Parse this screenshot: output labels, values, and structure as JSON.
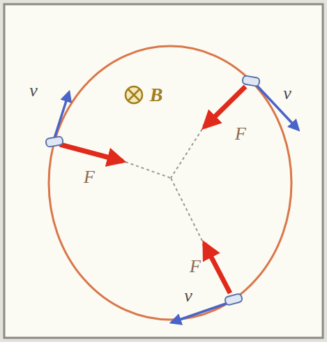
{
  "diagram": {
    "labels": [
      "v",
      "B",
      "v",
      "F",
      "F",
      "F",
      "v"
    ]
  }
}
